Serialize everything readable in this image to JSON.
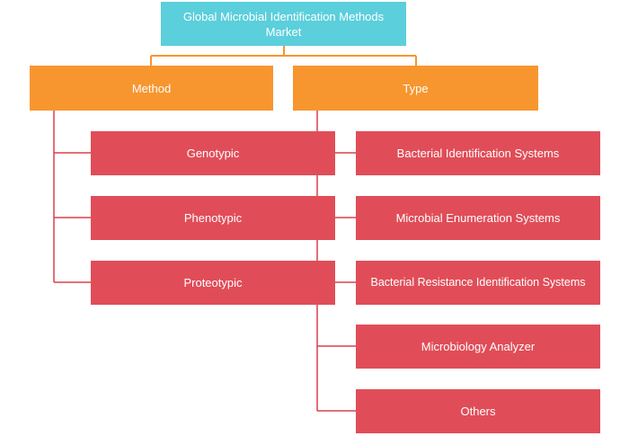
{
  "title": "Global Microbial Identification Methods Market",
  "colors": {
    "root": "#5bcfdb",
    "category": "#f7962f",
    "leaf": "#e04d58",
    "connector_orange": "#f7962f",
    "connector_red": "#d8404c"
  },
  "categories": [
    {
      "label": "Method",
      "items": [
        "Genotypic",
        "Phenotypic",
        "Proteotypic"
      ]
    },
    {
      "label": "Type",
      "items": [
        "Bacterial Identification Systems",
        "Microbial Enumeration Systems",
        "Bacterial Resistance Identification Systems",
        "Microbiology Analyzer",
        "Others"
      ]
    }
  ]
}
